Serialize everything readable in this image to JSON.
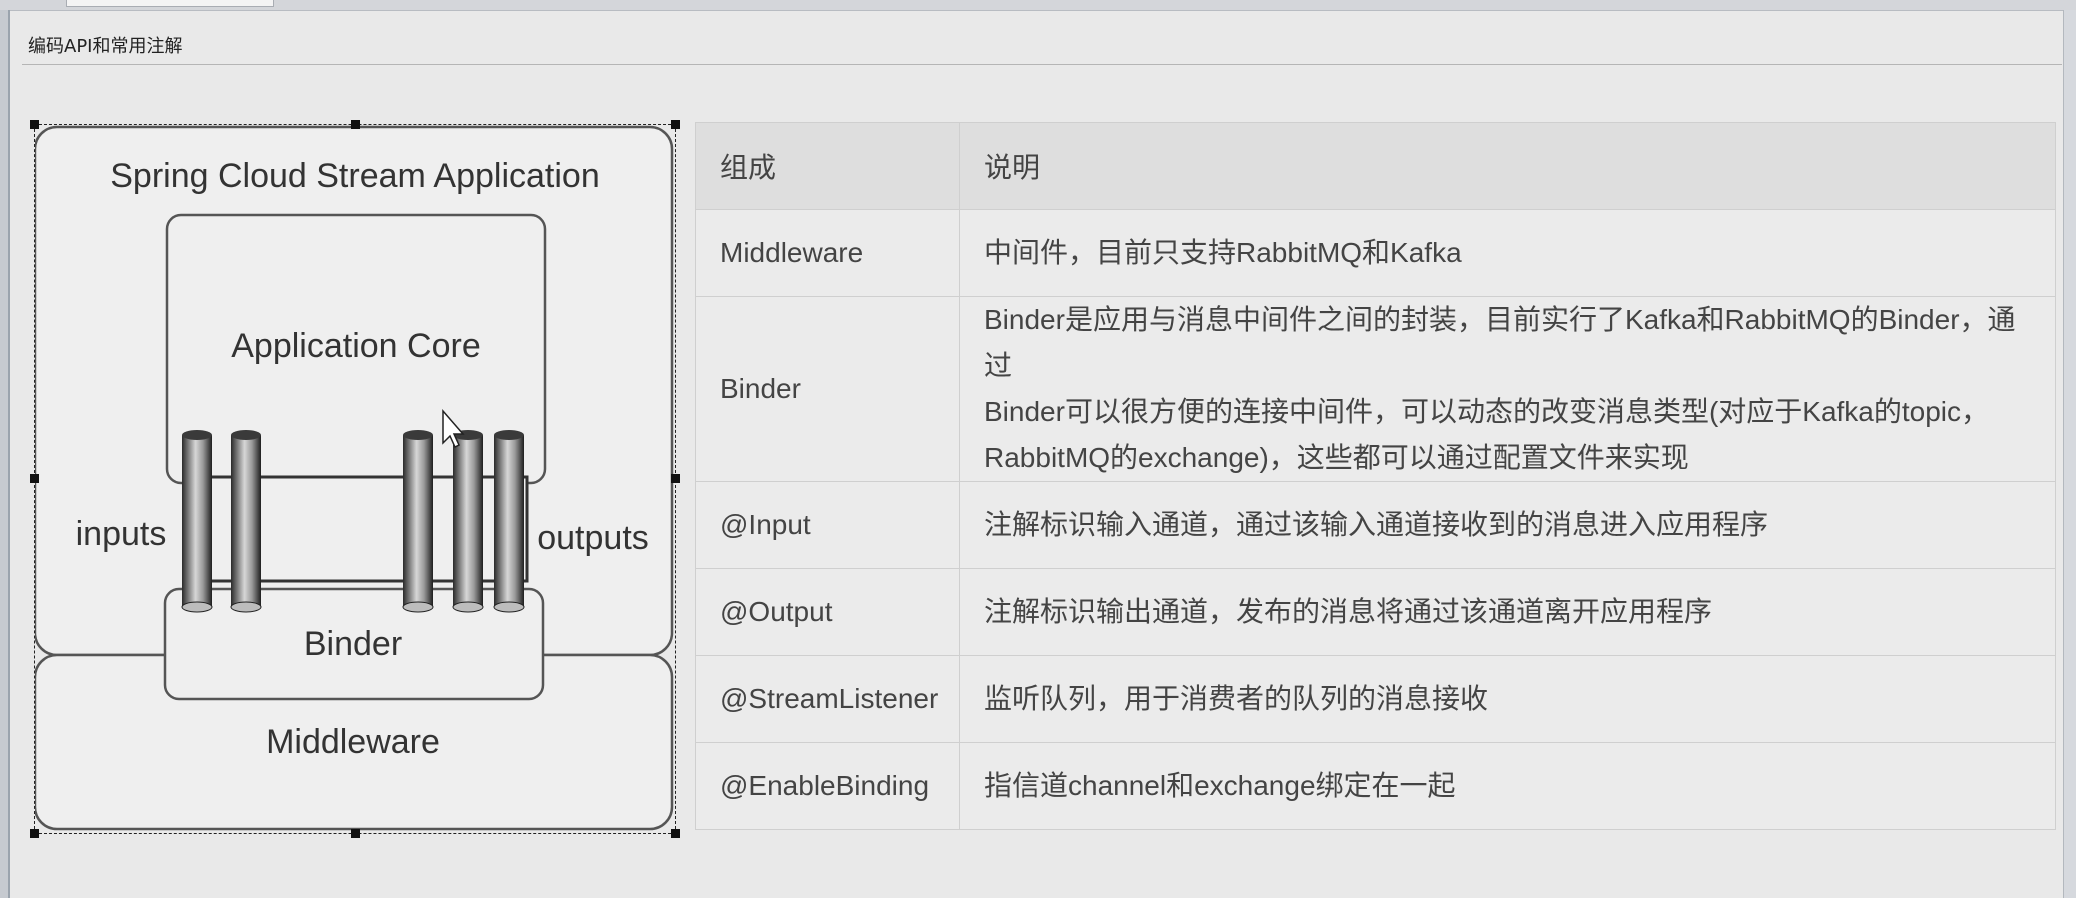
{
  "doc_title": "编码API和常用注解",
  "diagram": {
    "outer_label": "Spring Cloud Stream Application",
    "core_label": "Application Core",
    "inputs_label": "inputs",
    "outputs_label": "outputs",
    "binder_label": "Binder",
    "middleware_label": "Middleware"
  },
  "table": {
    "headers": [
      "组成",
      "说明"
    ],
    "rows": [
      {
        "name": "Middleware",
        "desc_lines": [
          "中间件，目前只支持RabbitMQ和Kafka"
        ]
      },
      {
        "name": "Binder",
        "desc_lines": [
          "Binder是应用与消息中间件之间的封装，目前实行了Kafka和RabbitMQ的Binder，通过",
          "Binder可以很方便的连接中间件，可以动态的改变消息类型(对应于Kafka的topic，",
          "RabbitMQ的exchange)，这些都可以通过配置文件来实现"
        ]
      },
      {
        "name": "@Input",
        "desc_lines": [
          "注解标识输入通道，通过该输入通道接收到的消息进入应用程序"
        ]
      },
      {
        "name": "@Output",
        "desc_lines": [
          "注解标识输出通道，发布的消息将通过该通道离开应用程序"
        ]
      },
      {
        "name": "@StreamListener",
        "desc_lines": [
          "监听队列，用于消费者的队列的消息接收"
        ]
      },
      {
        "name": "@EnableBinding",
        "desc_lines": [
          "指信道channel和exchange绑定在一起"
        ]
      }
    ]
  }
}
